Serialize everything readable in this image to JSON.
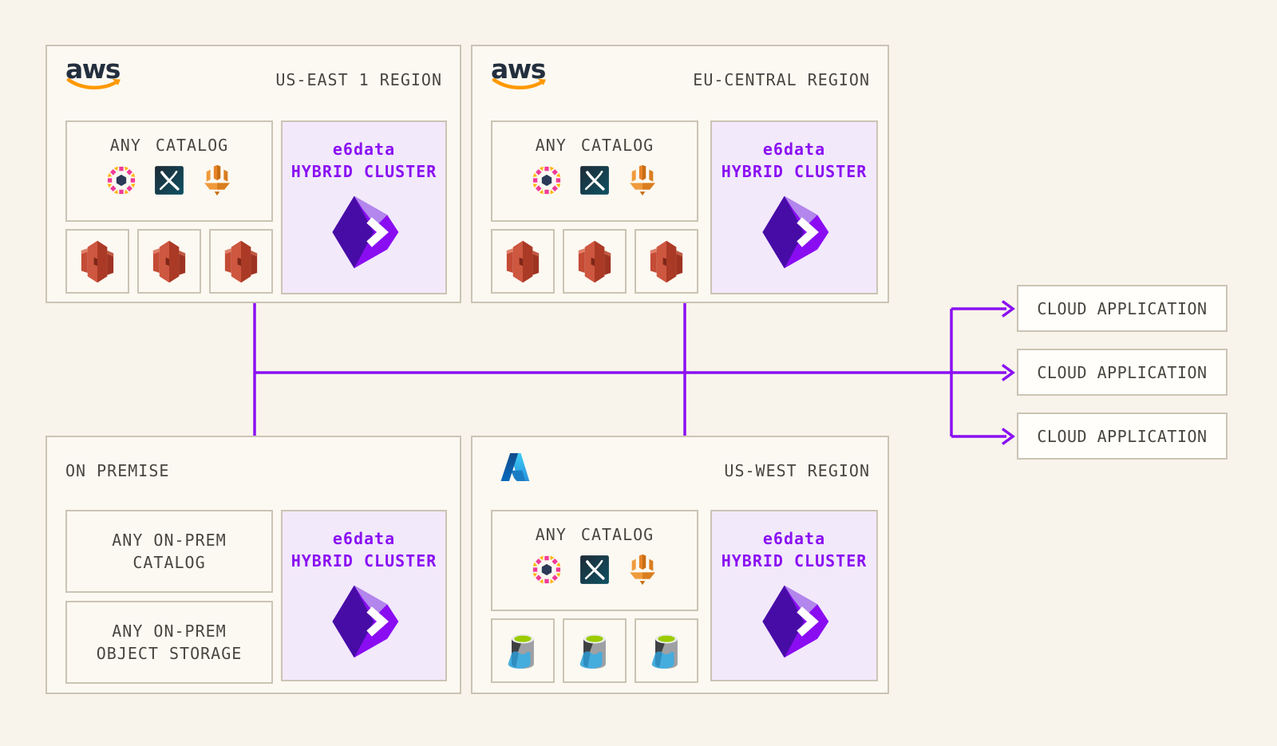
{
  "palette": {
    "page_background": "#F8F4EB",
    "box_background": "#FCF9F2",
    "box_border": "#CBC4B4",
    "label_text": "#49453F",
    "accent_purple": "#8A10F2",
    "cluster_background": "#F2E9FB",
    "aws_navy": "#232F3E",
    "aws_orange": "#FF9900",
    "s3_red": "#CE5740",
    "azure_blue": "#2892DF"
  },
  "logos": {
    "aws_word": "aws"
  },
  "regions": {
    "us_east": {
      "provider": "aws",
      "label": "US-EAST 1 REGION",
      "catalog_title": "ANY CATALOG",
      "catalog_icons": [
        "ring-catalog-icon",
        "x-catalog-icon",
        "hive-catalog-icon"
      ],
      "storage_icons": [
        "s3-bucket-icon",
        "s3-bucket-icon",
        "s3-bucket-icon"
      ],
      "cluster": {
        "line1": "e6data",
        "line2": "HYBRID CLUSTER"
      }
    },
    "eu_central": {
      "provider": "aws",
      "label": "EU-CENTRAL REGION",
      "catalog_title": "ANY CATALOG",
      "catalog_icons": [
        "ring-catalog-icon",
        "x-catalog-icon",
        "hive-catalog-icon"
      ],
      "storage_icons": [
        "s3-bucket-icon",
        "s3-bucket-icon",
        "s3-bucket-icon"
      ],
      "cluster": {
        "line1": "e6data",
        "line2": "HYBRID CLUSTER"
      }
    },
    "on_premise": {
      "provider": "none",
      "label": "ON PREMISE",
      "catalog_box": {
        "line1": "ANY ON-PREM",
        "line2": "CATALOG"
      },
      "storage_box": {
        "line1": "ANY ON-PREM",
        "line2": "OBJECT STORAGE"
      },
      "cluster": {
        "line1": "e6data",
        "line2": "HYBRID CLUSTER"
      }
    },
    "us_west": {
      "provider": "azure",
      "label": "US-WEST REGION",
      "catalog_title": "ANY CATALOG",
      "catalog_icons": [
        "ring-catalog-icon",
        "x-catalog-icon",
        "hive-catalog-icon"
      ],
      "storage_icons": [
        "azure-datalake-storage-icon",
        "azure-datalake-storage-icon",
        "azure-datalake-storage-icon"
      ],
      "cluster": {
        "line1": "e6data",
        "line2": "HYBRID CLUSTER"
      }
    }
  },
  "cloud_apps": {
    "app1": "CLOUD APPLICATION",
    "app2": "CLOUD APPLICATION",
    "app3": "CLOUD APPLICATION"
  },
  "connections": [
    {
      "from": "us-east-1-region",
      "to": "on-premise",
      "style": "line"
    },
    {
      "from": "eu-central-region",
      "to": "us-west-region",
      "style": "line"
    },
    {
      "from": "region-bus",
      "to": "cloud-application-1",
      "style": "arrow"
    },
    {
      "from": "region-bus",
      "to": "cloud-application-2",
      "style": "arrow"
    },
    {
      "from": "region-bus",
      "to": "cloud-application-3",
      "style": "arrow"
    }
  ]
}
